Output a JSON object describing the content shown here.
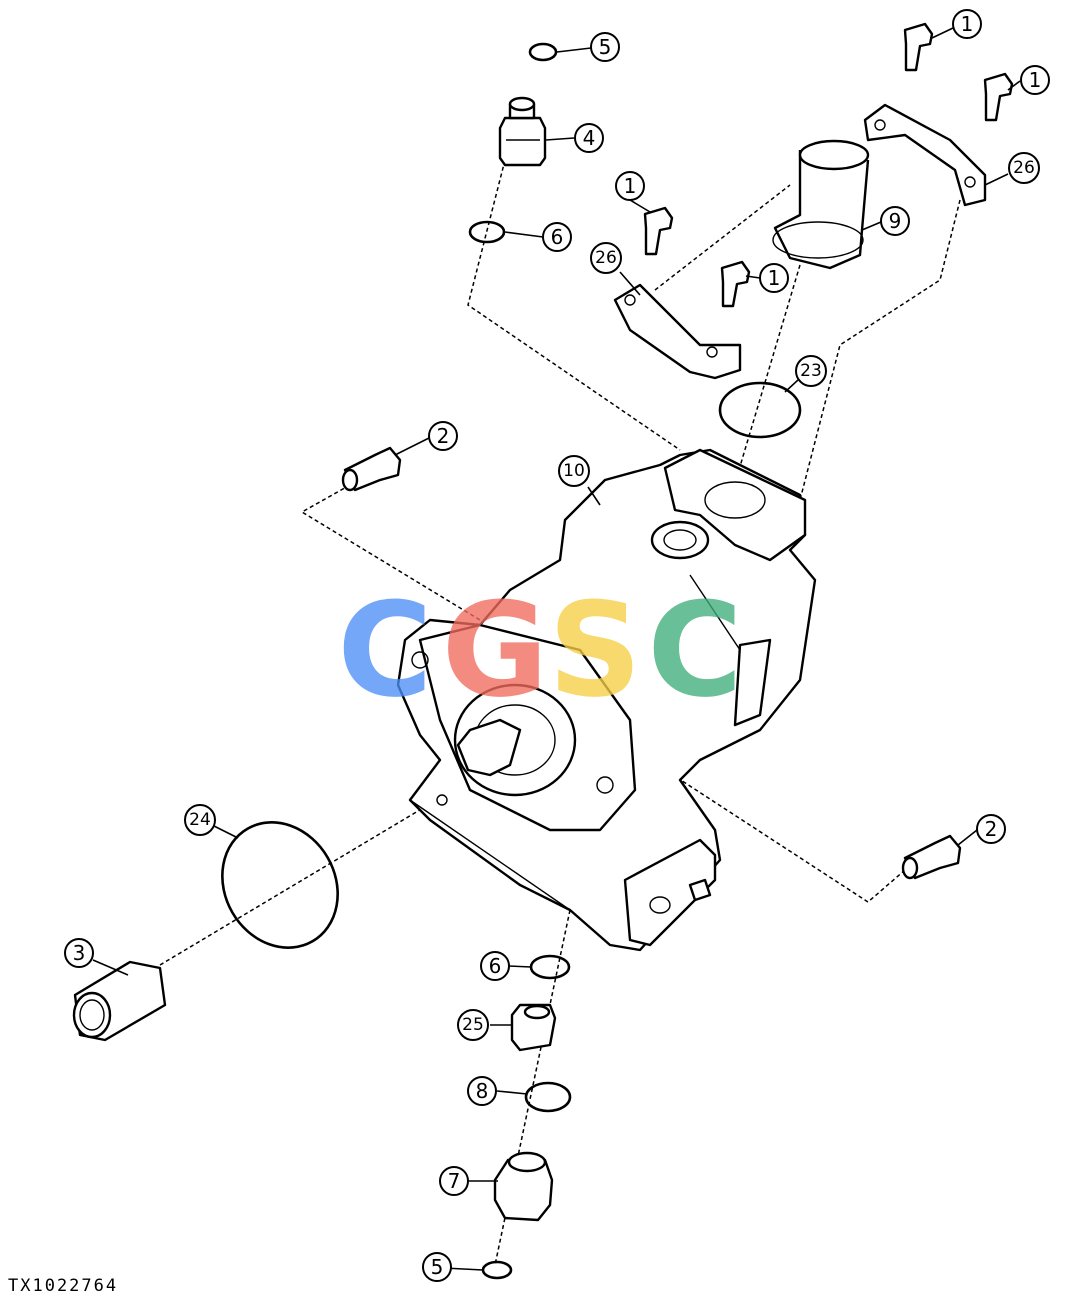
{
  "figure_code": "TX1022764",
  "watermark": {
    "letters": [
      "C",
      "G",
      "S",
      "C"
    ],
    "colors": [
      "#4f8ff7",
      "#f06b5d",
      "#f7cf45",
      "#3fae7b"
    ]
  },
  "callouts": [
    "1",
    "1",
    "1",
    "1",
    "2",
    "2",
    "3",
    "4",
    "5",
    "5",
    "6",
    "6",
    "7",
    "8",
    "9",
    "10",
    "23",
    "24",
    "25",
    "26",
    "26"
  ]
}
